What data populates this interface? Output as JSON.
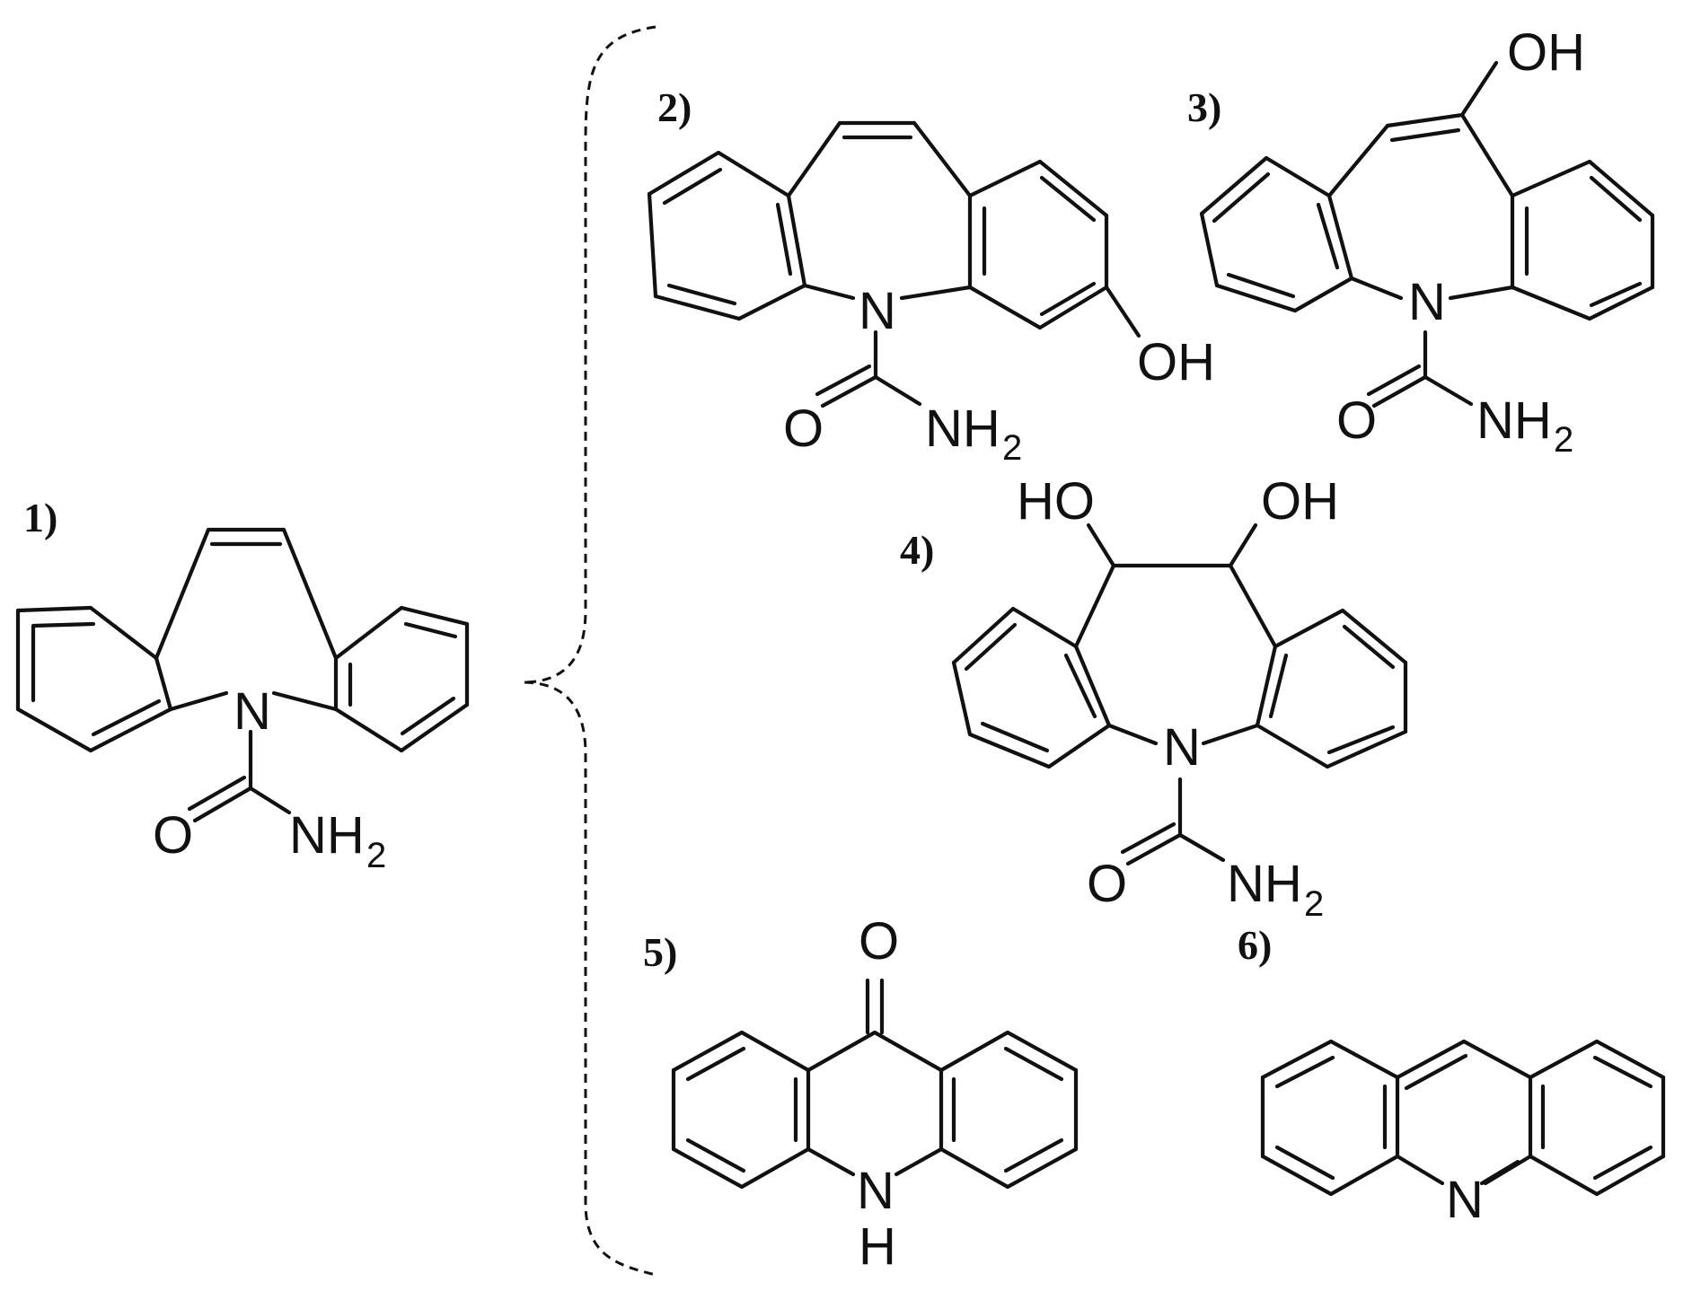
{
  "figure": {
    "compounds": [
      {
        "id": "c1",
        "number": "1)",
        "kind": "carbamazepine",
        "atoms": {
          "N": "N",
          "O": "O",
          "NH": "NH",
          "two": "2"
        }
      },
      {
        "id": "c2",
        "number": "2)",
        "kind": "2-hydroxy",
        "atoms": {
          "N": "N",
          "O": "O",
          "NH": "NH",
          "two": "2",
          "OH": "OH"
        }
      },
      {
        "id": "c3",
        "number": "3)",
        "kind": "10-hydroxy-enol",
        "atoms": {
          "N": "N",
          "O": "O",
          "NH": "NH",
          "two": "2",
          "OH": "OH"
        }
      },
      {
        "id": "c4",
        "number": "4)",
        "kind": "10,11-diol",
        "atoms": {
          "N": "N",
          "O": "O",
          "NH": "NH",
          "two": "2",
          "HO": "HO",
          "OH": "OH"
        }
      },
      {
        "id": "c5",
        "number": "5)",
        "kind": "acridone",
        "atoms": {
          "O": "O",
          "N": "N",
          "H": "H"
        }
      },
      {
        "id": "c6",
        "number": "6)",
        "kind": "acridine",
        "atoms": {
          "N": "N"
        }
      }
    ],
    "connector": "dashed-brace"
  }
}
